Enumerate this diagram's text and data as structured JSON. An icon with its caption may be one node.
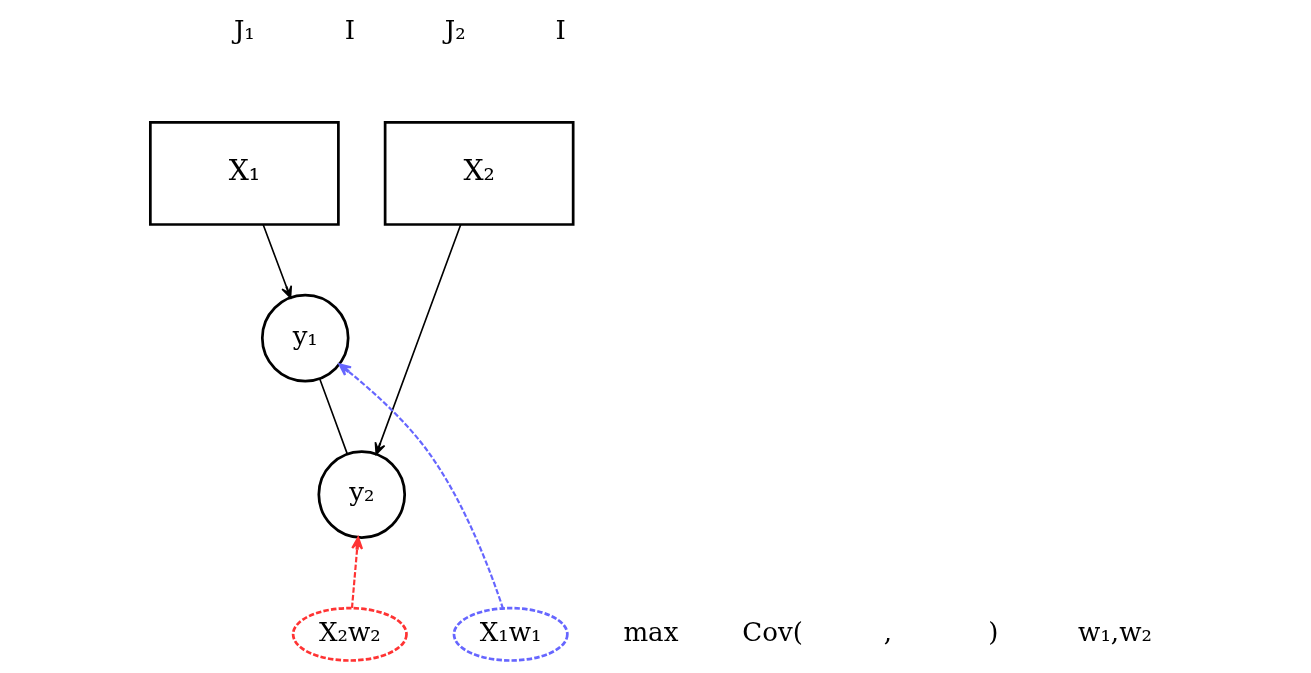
{
  "diagram": {
    "nodes": [
      {
        "text": [
          "X₁"
        ]
      },
      {
        "text": [
          "X₂"
        ]
      },
      {
        "text": [
          "y₁"
        ]
      },
      {
        "text": [
          "y₂"
        ]
      },
      {
        "text": [
          "X₁w₁"
        ]
      },
      {
        "text": [
          "X₂w₂"
        ]
      }
    ],
    "edges": [
      {
        "from": 0,
        "to": 2,
        "arrow": "to"
      },
      {
        "from": 1,
        "to": 3,
        "arrow": "to"
      },
      {
        "from": 2,
        "to": 3,
        "arrow": "none"
      },
      {
        "from": 4,
        "to": 2,
        "arrow": "to",
        "style": "dashed",
        "color": "#6666ff"
      },
      {
        "from": 5,
        "to": 3,
        "arrow": "to",
        "style": "dashed",
        "color": "#ff3333"
      }
    ],
    "labels": [
      "J₁",
      "I",
      "J₂",
      "I",
      "max",
      "Cov(",
      ",",
      ")",
      "w₁,w₂"
    ]
  }
}
